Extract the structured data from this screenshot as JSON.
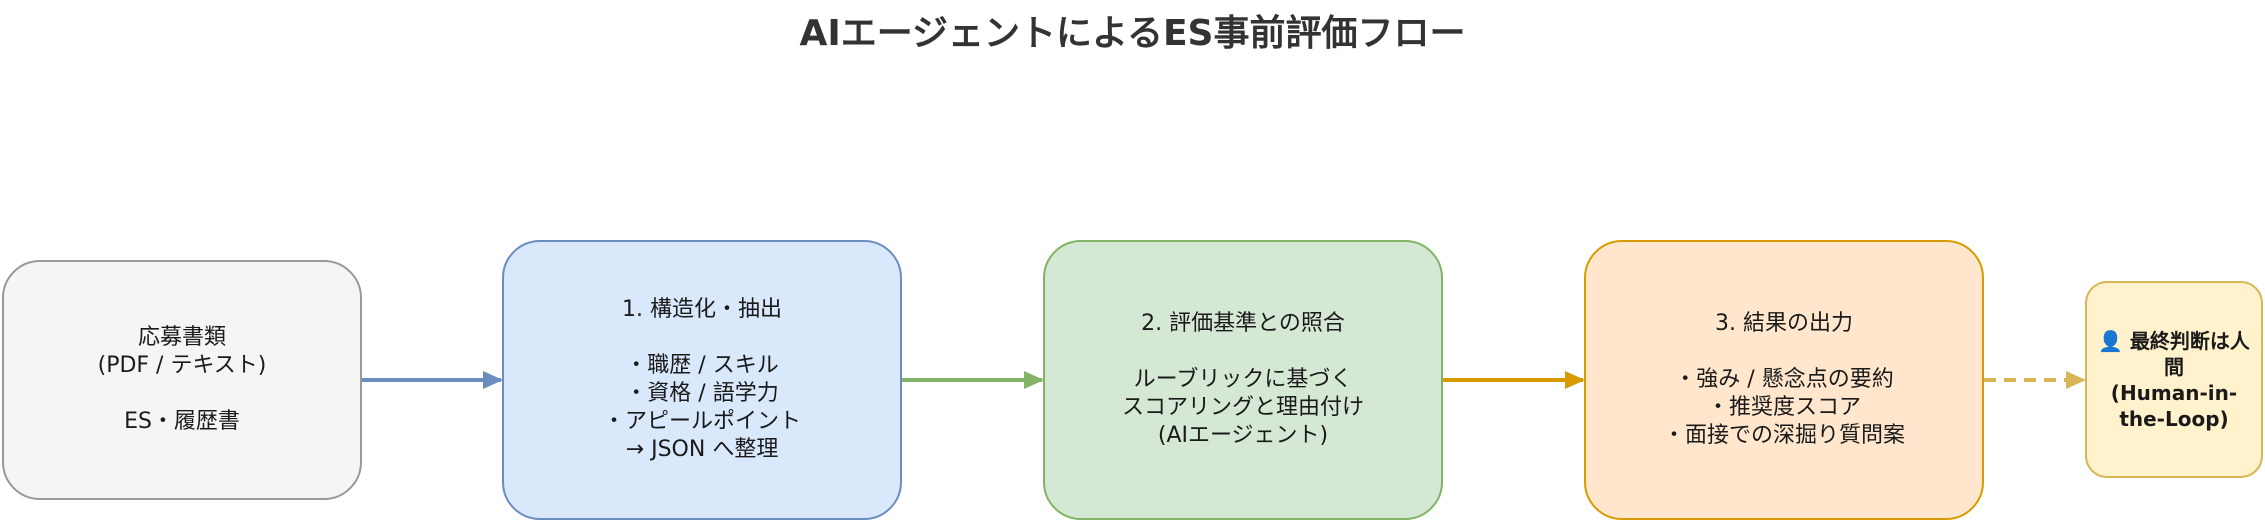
{
  "title": "AIエージェントによるES事前評価フロー",
  "nodes": [
    {
      "id": "input",
      "lines": [
        "応募書類",
        "(PDF / テキスト)",
        "",
        "ES・履歴書"
      ],
      "fill": "#f5f5f5",
      "stroke": "#999999"
    },
    {
      "id": "step1",
      "lines": [
        "1. 構造化・抽出",
        "",
        "・職歴 / スキル",
        "・資格 / 語学力",
        "・アピールポイント",
        "→ JSON へ整理"
      ],
      "fill": "#dae8fc",
      "stroke": "#6c8ebf"
    },
    {
      "id": "step2",
      "lines": [
        "2. 評価基準との照合",
        "",
        "ルーブリックに基づく",
        "スコアリングと理由付け",
        "(AIエージェント)"
      ],
      "fill": "#d5e8d4",
      "stroke": "#82b366"
    },
    {
      "id": "step3",
      "lines": [
        "3. 結果の出力",
        "",
        "・強み / 懸念点の要約",
        "・推奨度スコア",
        "・面接での深掘り質問案"
      ],
      "fill": "#ffe6cc",
      "stroke": "#d79b00"
    },
    {
      "id": "human",
      "lines": [
        "👤 最終判断は人間",
        "(Human-in-the-Loop)"
      ],
      "fill": "#fff2cc",
      "stroke": "#d6b656"
    }
  ],
  "edges": [
    {
      "from": "input",
      "to": "step1",
      "color": "#6c8ebf",
      "style": "solid"
    },
    {
      "from": "step1",
      "to": "step2",
      "color": "#82b366",
      "style": "solid"
    },
    {
      "from": "step2",
      "to": "step3",
      "color": "#d79b00",
      "style": "solid"
    },
    {
      "from": "step3",
      "to": "human",
      "color": "#d6b656",
      "style": "dashed"
    }
  ]
}
